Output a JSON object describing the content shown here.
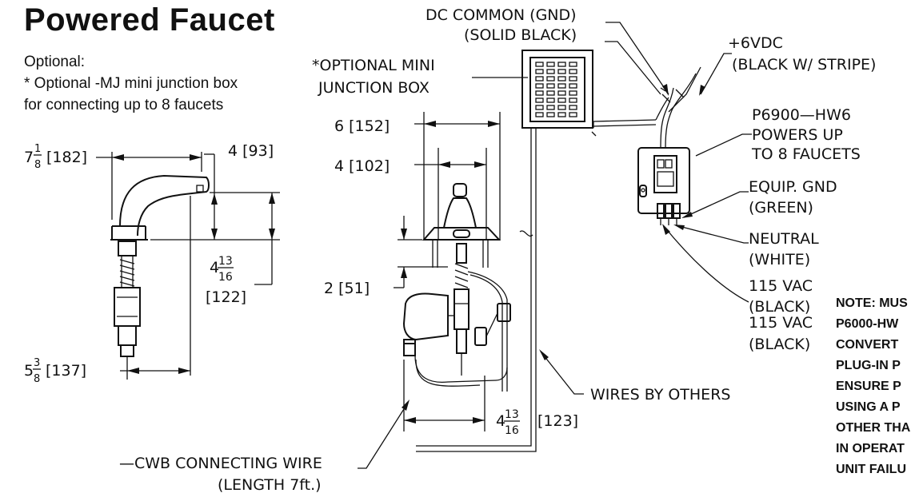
{
  "title": "Powered Faucet",
  "notes": {
    "optional_label": "Optional:",
    "line1": "* Optional  -MJ mini junction box",
    "line2": "for connecting up to 8 faucets"
  },
  "dimensions": {
    "d182_whole": "7",
    "d182_num": "1",
    "d182_den": "8",
    "d182_mm": "[182]",
    "d93": "4  [93]",
    "d122_whole": "4",
    "d122_num": "13",
    "d122_den": "16",
    "d122_mm": "[122]",
    "d137_whole": "5",
    "d137_num": "3",
    "d137_den": "8",
    "d137_mm": "[137]",
    "d152": "6 [152]",
    "d102": "4 [102]",
    "d51": "2 [51]",
    "d123_whole": "4",
    "d123_num": "13",
    "d123_den": "16",
    "d123_mm": "[123]"
  },
  "labels": {
    "dc_common_1": "DC COMMON (GND)",
    "dc_common_2": "(SOLID BLACK)",
    "mini_box_1": "*OPTIONAL MINI",
    "mini_box_2": "JUNCTION BOX",
    "plus6vdc_1": "+6VDC",
    "plus6vdc_2": "(BLACK W/ STRIPE)",
    "p6900_1": "P6900—HW6",
    "p6900_2": "POWERS UP",
    "p6900_3": "TO 8 FAUCETS",
    "equip_gnd_1": "EQUIP. GND",
    "equip_gnd_2": "(GREEN)",
    "neutral_1": "NEUTRAL",
    "neutral_2": "(WHITE)",
    "vac1_1": "115 VAC",
    "vac1_2": "(BLACK)",
    "vac2_1": "115 VAC",
    "vac2_2": "(BLACK)",
    "wires_by_others": "WIRES BY OTHERS",
    "cwb_1": "—CWB CONNECTING WIRE",
    "cwb_2": "(LENGTH 7ft.)"
  },
  "side_note": [
    "NOTE: MUS",
    "P6000-HW",
    "CONVERT",
    "PLUG-IN P",
    "ENSURE P",
    "USING A P",
    "OTHER THA",
    "IN OPERAT",
    "UNIT FAILU"
  ]
}
